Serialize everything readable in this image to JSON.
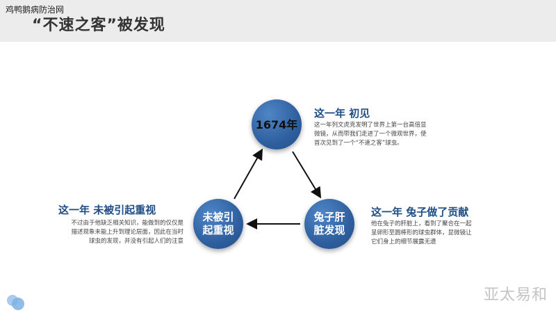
{
  "site_name": "鸡鸭鹅病防治网",
  "title": "“不速之客”被发现",
  "nodes": {
    "year": "1674年",
    "rabbit_line1": "兔子肝",
    "rabbit_line2": "脏发现",
    "ignored_line1": "未被引",
    "ignored_line2": "起重视"
  },
  "sections": {
    "first": {
      "heading": "这一年 初见",
      "lines": [
        "这一年列文虎克发明了世界上第一台高倍显",
        "微镜，从而带我们走进了一个微观世界，使",
        "首次见到了一个“不速之客”球虫。"
      ]
    },
    "rabbit": {
      "heading": "这一年 兔子做了贡献",
      "lines": [
        "他在兔子的肝脏上，看到了聚合在一起",
        "呈卵形至圆棒形的球虫群体，显微镜让",
        "它们身上的细节展露无遗"
      ]
    },
    "ignored": {
      "heading": "这一年 未被引起重视",
      "lines": [
        "不过由于他缺乏相关知识，能做到的仅仅是",
        "描述现象未能上升到理论层面，因此在当时",
        "球虫的发现，并没有引起人们的注意"
      ]
    }
  },
  "brand": "亚太易和",
  "colors": {
    "node": "#2f5f9f",
    "heading": "#1f4e85"
  }
}
